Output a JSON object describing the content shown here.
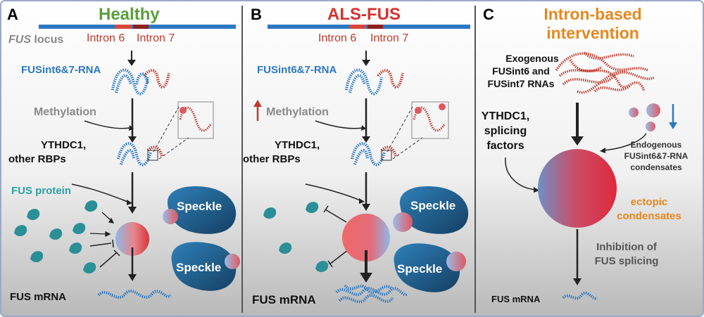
{
  "panel_a": {
    "letter": "A",
    "title": "Healthy",
    "locus_gene": "FUS",
    "locus_word": " locus",
    "intron6": "Intron 6",
    "intron7": "Intron 7",
    "rna": "FUSint6&7-RNA",
    "methylation": "Methylation",
    "rbp_line1": "YTHDC1,",
    "rbp_line2": "other RBPs",
    "fus_protein": "FUS protein",
    "speckle_top": "Speckle",
    "speckle_bottom": "Speckle",
    "mrna": "FUS mRNA"
  },
  "panel_b": {
    "letter": "B",
    "title": "ALS-FUS",
    "intron6": "Intron 6",
    "intron7": "Intron 7",
    "rna": "FUSint6&7-RNA",
    "methylation": "Methylation",
    "rbp_line1": "YTHDC1,",
    "rbp_line2": "other RBPs",
    "speckle_top": "Speckle",
    "speckle_bottom": "Speckle",
    "mrna": "FUS mRNA"
  },
  "panel_c": {
    "letter": "C",
    "title_line1": "Intron-based",
    "title_line2": "intervention",
    "exo_line1": "Exogenous",
    "exo_line2": "FUSint6 and",
    "exo_line3": "FUSint7 RNAs",
    "ythdc1_line1": "YTHDC1,",
    "ythdc1_line2": "splicing",
    "ythdc1_line3": "factors",
    "endo_line1": "Endogenous",
    "endo_line2": "FUSint6&7-RNA",
    "endo_line3": "condensates",
    "ectopic_line1": "ectopic",
    "ectopic_line2": "condensates",
    "inhibition_line1": "Inhibition of",
    "inhibition_line2": "FUS splicing",
    "mrna": "FUS mRNA"
  },
  "colors": {
    "healthy_green": "#5a9e3c",
    "als_red": "#d6312e",
    "intervention_orange": "#e8871e",
    "rna_blue": "#2b78c4",
    "intron_red": "#c0392b",
    "methylation_gray": "#8a8a8a",
    "protein_teal": "#2aa1a1",
    "speckle_navy": "#1f4f78"
  },
  "icons": [
    "arrow-down-icon",
    "rna-helix-icon",
    "fus-protein-icon",
    "speckle-icon",
    "condensate-droplet-icon",
    "inhibition-bar-icon",
    "red-up-arrow-icon",
    "blue-down-arrow-icon"
  ]
}
